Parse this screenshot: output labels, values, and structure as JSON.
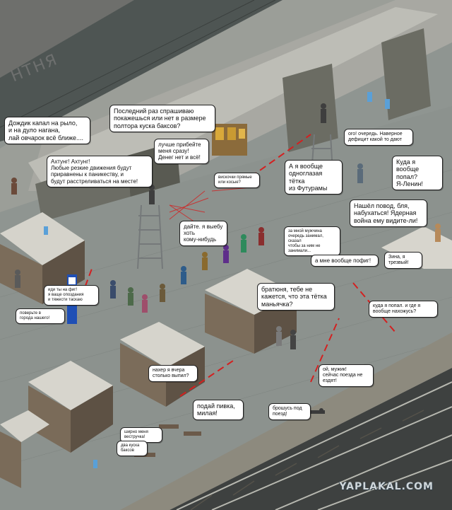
{
  "station_sign": "НТНЯ",
  "watermark": "YAPLAKAL.COM",
  "bubbles": {
    "dozhd": "Дождик капал на рыло,\nи на дуло нагана,\nлай овчарок всё ближе....",
    "ahtung": "Ахтунг! Ахтунг!\nЛюбые резкие движения будут\nприравнены к паникеству, и\nбудут расстреливаться на месте!",
    "posledniy": "Последний раз спрашиваю\nпокажешься или нет в размере\nполтора куска баксов?",
    "luchshe": "лучше прибейте\nменя сразу!\nДенег нет и всё!",
    "ochki": "вискочки прямые\nили косые?",
    "odnoglazaya": "А я вообще\nодноглазая тётка\nиз Футурамы",
    "ochered": "ого! очередь. Наверное\nдефицит какой то дают",
    "kuda_popal": "Куда я вообще\nпопал?\nЯ-Ленин!",
    "nashel": "Нашёл повод, бля,\nнабухаться! Ядерная\nвойна ему видите-ли!",
    "dayte": "дайте. я выебу\nхоть\nкому-нибудь",
    "za_mnoy": "за мной мужчина\nочередь занимал, сказал\nчтобы за ним не\nзанимали...",
    "mne_pofig": "а мне вообще пофиг!",
    "zina": "Зина, я\nтрезвый!",
    "idi": "иди ты на фиг!\nя ваще опоздания\nи тяжести таскаю",
    "poverite": "поверьте в\nгорода нашего!",
    "bratyunya": "братюня, тебе не\nкажется, что эта тётка\nманьячка?",
    "kuda_gde": "куда я попал. и где я\nвообще нахожусь?",
    "oy_muzhik": "ой, мужик!\nсейчас поезда не\nездят!",
    "nahera": "нахер я вчера\nстолько выпил?",
    "podai": "подай пивка,\nмилая!",
    "broshus": "брошусь под\nпоезд!",
    "shirno": "ширно меня\nвестручка!",
    "dva_kuska": "два куска\nбаксов"
  }
}
